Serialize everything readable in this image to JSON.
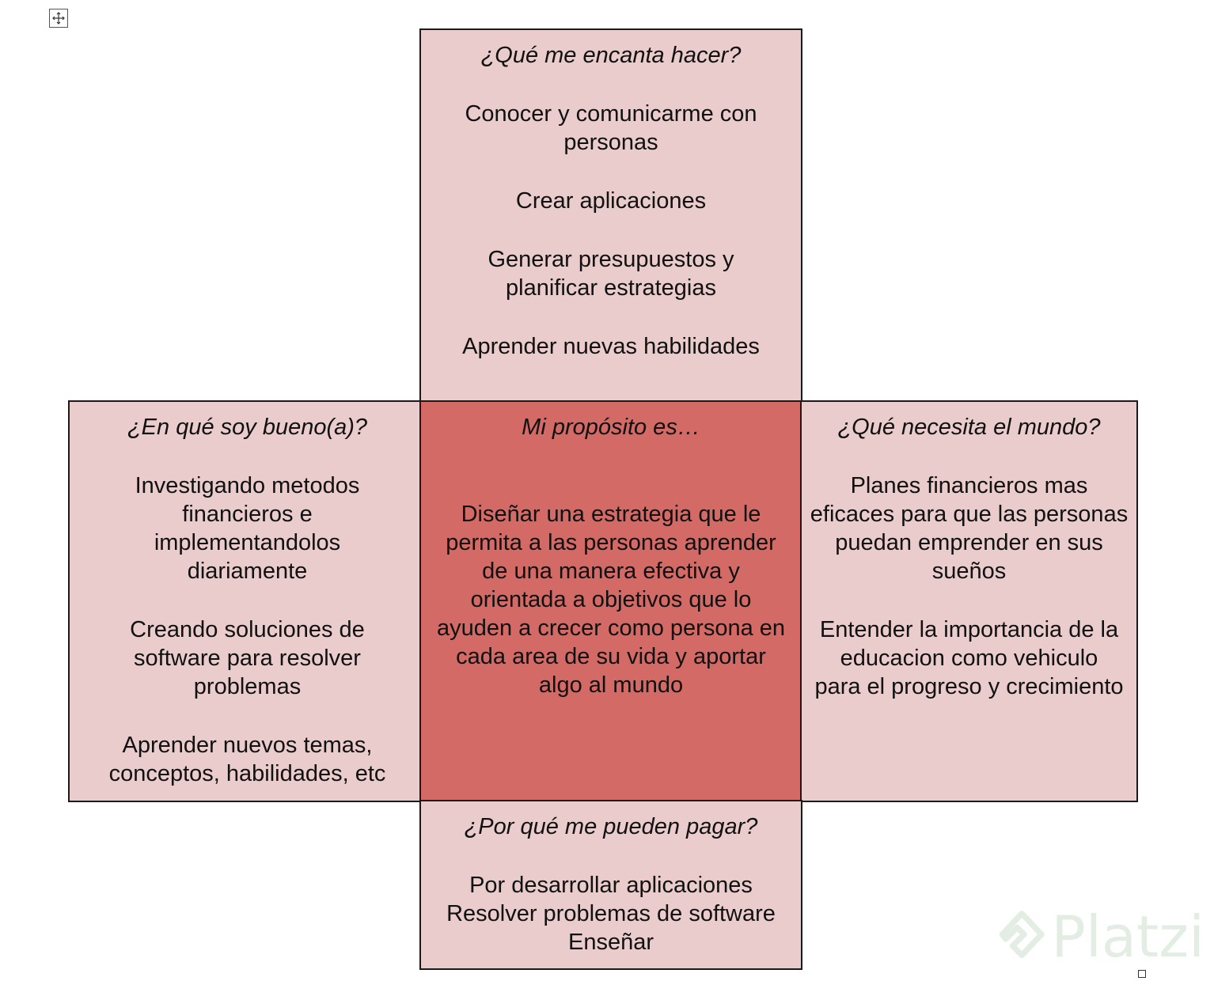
{
  "top": {
    "heading": "¿Qué me encanta hacer?",
    "items": [
      "Conocer y comunicarme con personas",
      "Crear aplicaciones",
      "Generar presupuestos y planificar estrategias",
      "Aprender nuevas habilidades"
    ]
  },
  "left": {
    "heading": "¿En qué soy bueno(a)?",
    "items": [
      "Investigando metodos financieros e implementandolos diariamente",
      "Creando soluciones de software para resolver problemas",
      "Aprender nuevos temas, conceptos, habilidades, etc"
    ]
  },
  "center": {
    "heading": "Mi propósito es…",
    "text": "Diseñar una estrategia que le permita a las personas aprender de una manera efectiva y orientada a objetivos que lo ayuden a crecer como persona en cada area de su vida y aportar algo al mundo"
  },
  "right": {
    "heading": "¿Qué necesita el mundo?",
    "items": [
      "Planes financieros mas eficaces para que las personas puedan emprender en sus sueños",
      "Entender la importancia de la educacion como vehiculo para el progreso y crecimiento"
    ]
  },
  "bottom": {
    "heading": "¿Por qué me pueden pagar?",
    "lines": [
      "Por desarrollar aplicaciones",
      "Resolver problemas de software",
      "Enseñar"
    ]
  },
  "watermark": {
    "text": "Platzi"
  },
  "colors": {
    "outer_cell": "#ebcccc",
    "center_cell": "#d36a66",
    "border": "#1a1a1a"
  },
  "icons": {
    "move_handle": "move-arrows-icon",
    "resize_handle": "resize-handle-icon",
    "watermark_logo": "platzi-logo-icon"
  }
}
